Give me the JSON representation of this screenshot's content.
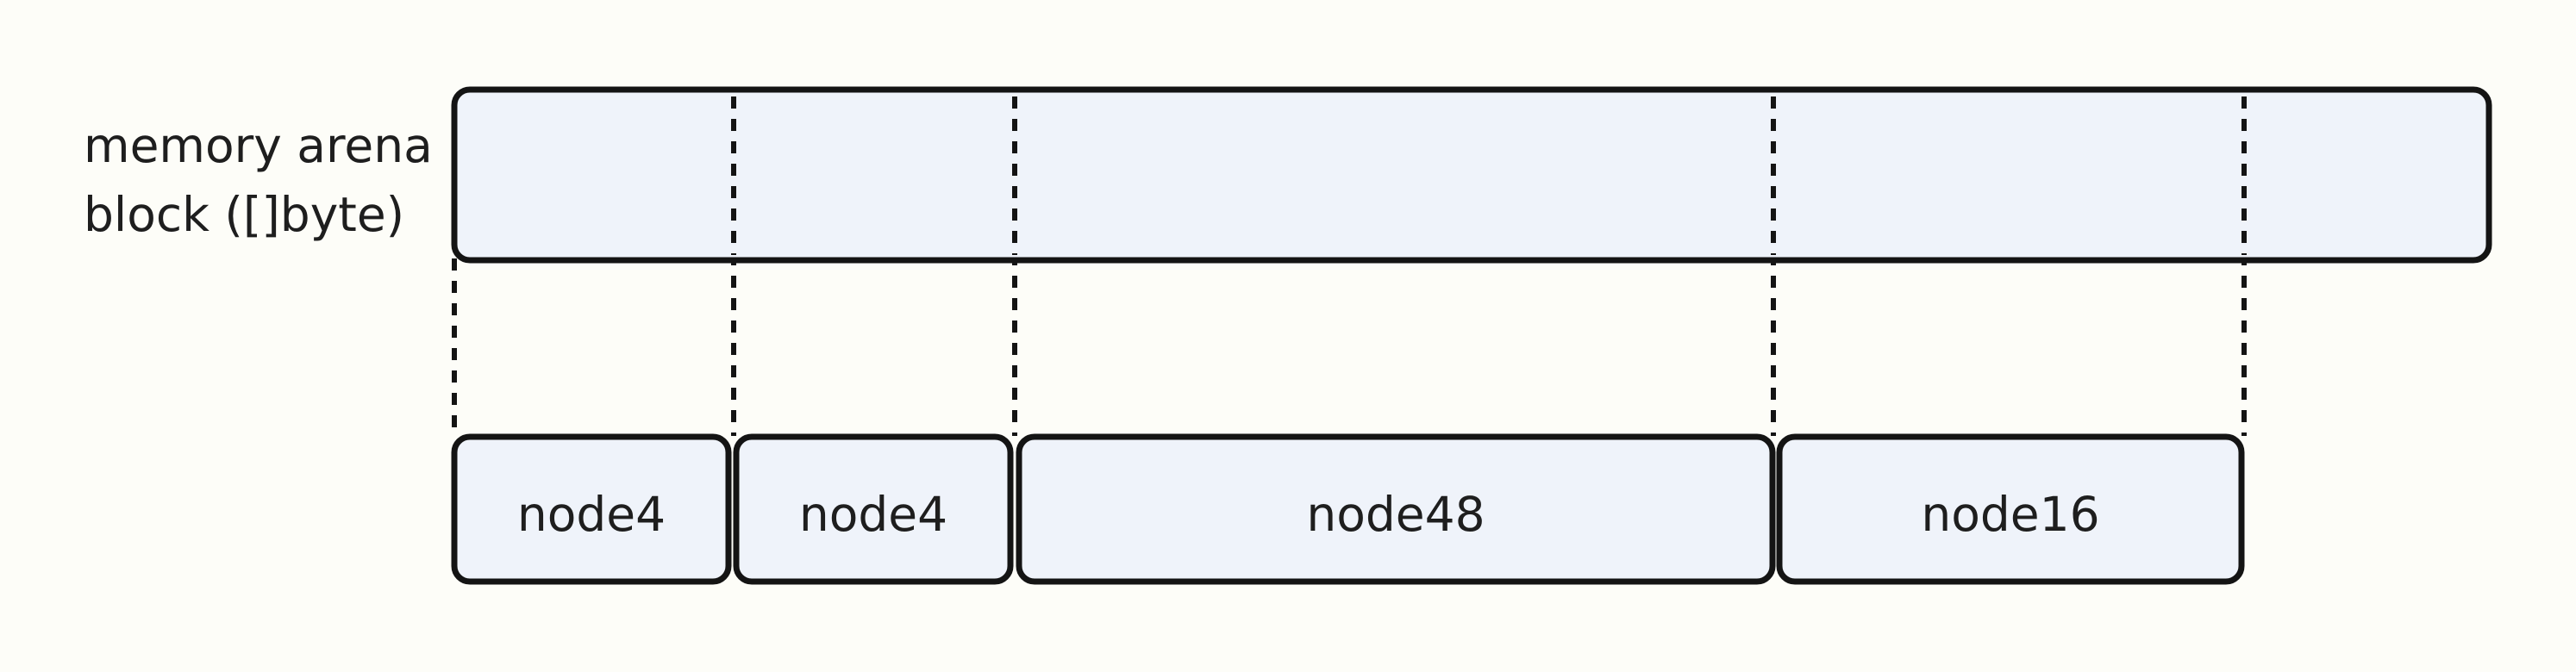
{
  "arena": {
    "label_line1": "memory arena",
    "label_line2": "block ([]byte)"
  },
  "nodes": [
    {
      "label": "node4"
    },
    {
      "label": "node4"
    },
    {
      "label": "node48"
    },
    {
      "label": "node16"
    }
  ],
  "colors": {
    "background": "#fdfdf8",
    "box_fill": "#eff3fa",
    "stroke": "#141414",
    "text": "#1e1e1e"
  }
}
